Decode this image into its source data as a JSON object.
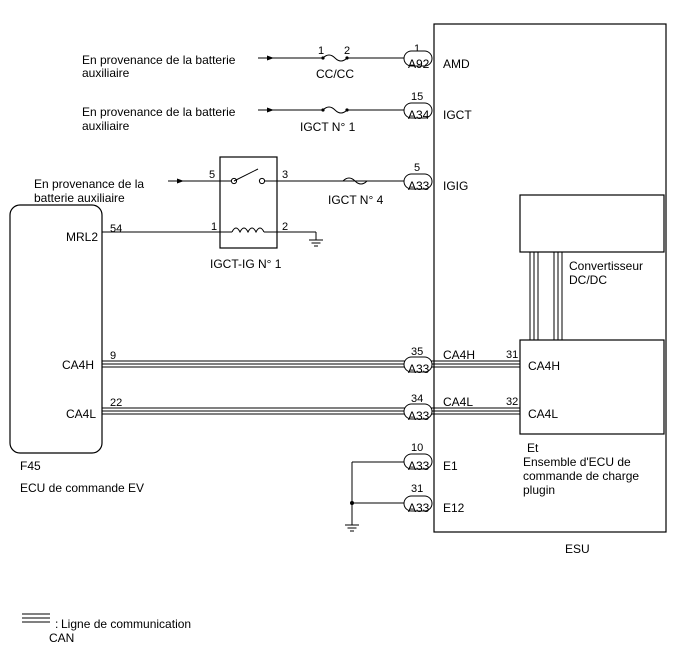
{
  "sources": {
    "amd": [
      "En provenance de la batterie",
      "auxiliaire"
    ],
    "igct": [
      "En provenance de la batterie",
      "auxiliaire"
    ],
    "igig": [
      "En provenance de la",
      "batterie auxiliaire"
    ]
  },
  "fuses": {
    "cc": {
      "label": "CC/CC",
      "pin_a": "1",
      "pin_b": "2"
    },
    "igct1": {
      "label": "IGCT N° 1"
    },
    "igct4": {
      "label": "IGCT N° 4"
    }
  },
  "relay": {
    "label": "IGCT-IG N° 1",
    "pin5": "5",
    "pin3": "3",
    "pin1": "1",
    "pin2": "2"
  },
  "esu": {
    "label": "ESU",
    "pins": [
      {
        "num": "1",
        "connector": "A92",
        "name": "AMD"
      },
      {
        "num": "15",
        "connector": "A34",
        "name": "IGCT"
      },
      {
        "num": "5",
        "connector": "A33",
        "name": "IGIG"
      },
      {
        "num": "35",
        "connector": "A33",
        "name": "CA4H"
      },
      {
        "num": "34",
        "connector": "A33",
        "name": "CA4L"
      },
      {
        "num": "10",
        "connector": "A33",
        "name": "E1"
      },
      {
        "num": "31",
        "connector": "A33",
        "name": "E12"
      }
    ],
    "converter": [
      "Convertisseur",
      "DC/DC"
    ],
    "charger": {
      "pin_h_num": "31",
      "pin_h": "CA4H",
      "pin_l_num": "32",
      "pin_l": "CA4L",
      "label": [
        "Et",
        "Ensemble d'ECU de",
        "commande de charge",
        "plugin"
      ]
    }
  },
  "ev_ecu": {
    "code": "F45",
    "label": "ECU de commande EV",
    "pins": [
      {
        "num": "54",
        "name": "MRL2"
      },
      {
        "num": "9",
        "name": "CA4H"
      },
      {
        "num": "22",
        "name": "CA4L"
      }
    ]
  },
  "legend": {
    "text": [
      "Ligne de communication",
      "CAN"
    ],
    "prefix": ":"
  }
}
